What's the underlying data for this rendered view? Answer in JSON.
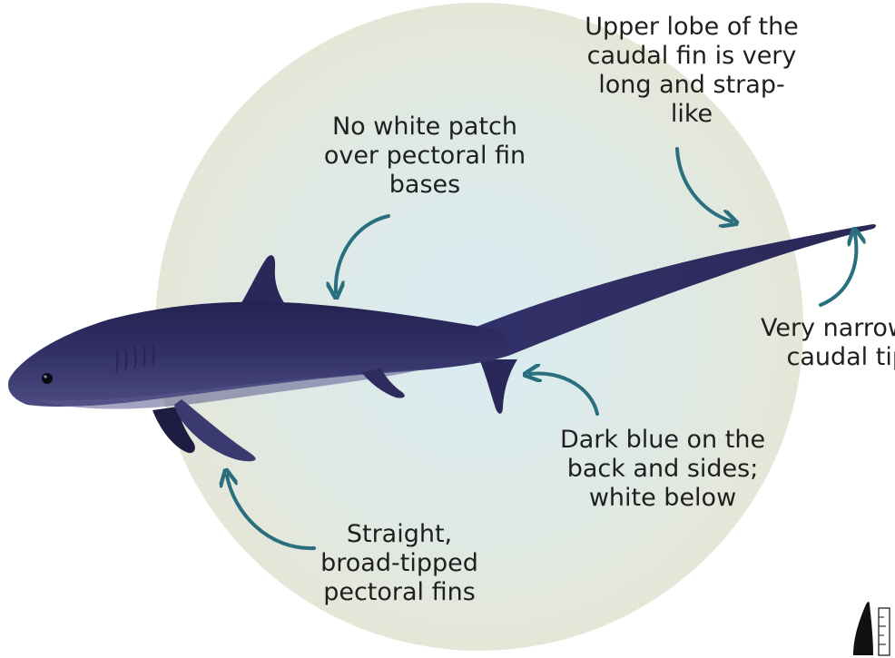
{
  "labels": {
    "upper_lobe": "Upper lobe of the\ncaudal fin is very\nlong and strap-\nlike",
    "no_white_patch": "No white patch\nover pectoral fin\nbases",
    "narrow_tip": "Very narrow\ncaudal tip",
    "dark_blue": "Dark blue on the\nback and sides;\nwhite below",
    "pectoral_fins": "Straight,\nbroad-tipped\npectoral fins"
  },
  "colors": {
    "background": "#ffffff",
    "circle_outer": "#e4e6d9",
    "circle_inner": "#dcebef",
    "shark_body": "#2f2d5c",
    "shark_dark": "#1e1c42",
    "shark_light": "#4b4a80",
    "arrow": "#2a6f7d",
    "text": "#1f1f1f"
  },
  "icons": {
    "scale_icon": "shark-silhouette-with-ruler-icon"
  }
}
